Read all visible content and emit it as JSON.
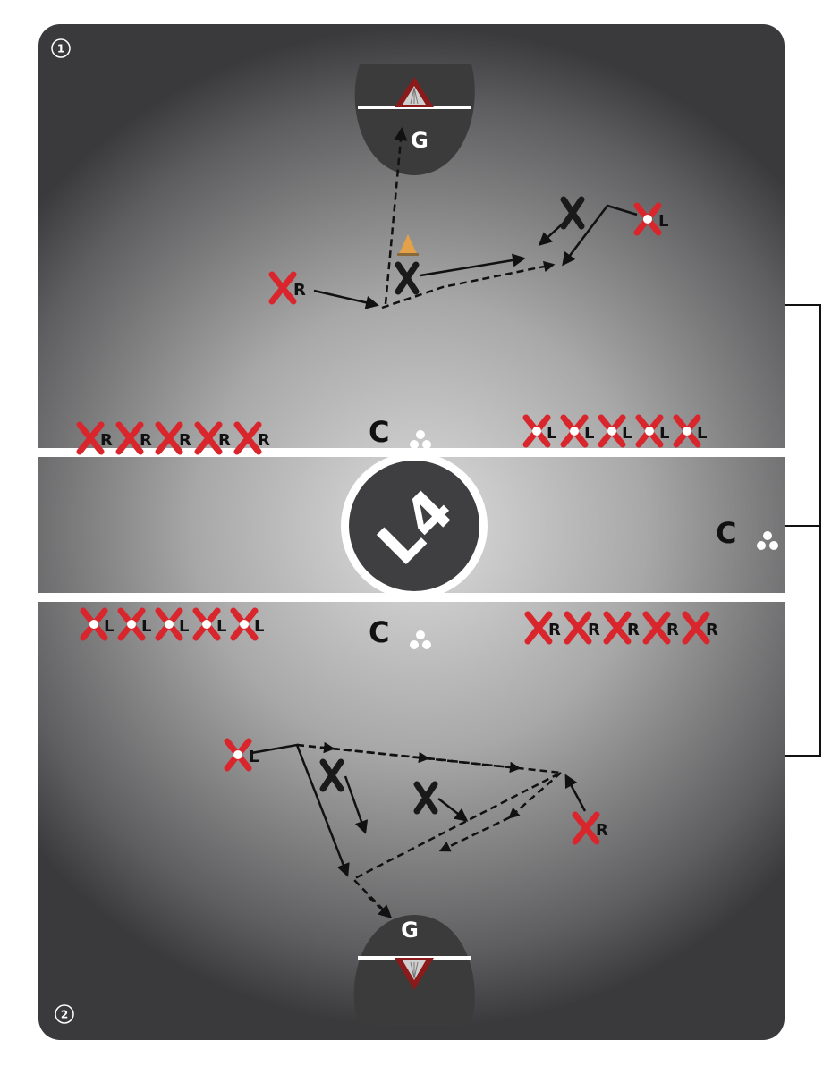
{
  "diagram": {
    "panel_numbers": [
      "1",
      "2"
    ],
    "goalie_label": "G",
    "coach_label": "C",
    "logo_text": "L4",
    "side_right": "R",
    "side_left": "L",
    "colors": {
      "field_light": "#d9d9d9",
      "field_dark": "#3f3f41",
      "player_red": "#d9262c",
      "player_black": "#1a1a1a",
      "crease": "#3b3b3b",
      "goal_red": "#8b1a1a",
      "cone": "#e3a24a"
    }
  }
}
